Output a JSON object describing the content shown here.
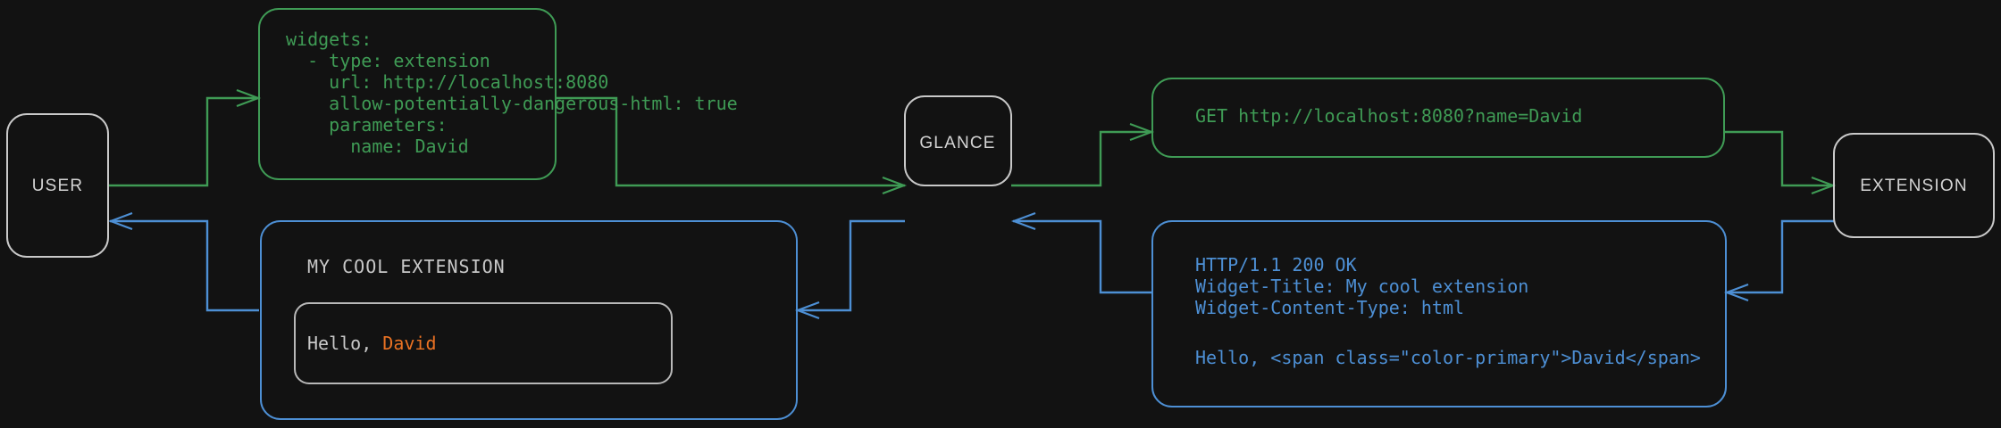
{
  "diagram": {
    "background_color": "#121212",
    "colors": {
      "node_border": "#c9c9c9",
      "request_green": "#3f9b55",
      "response_blue": "#4d8fd4",
      "accent_orange": "#ea7223",
      "text_gray": "#c8c8c8"
    }
  },
  "nodes": {
    "user": {
      "label": "USER"
    },
    "glance": {
      "label": "GLANCE"
    },
    "extension": {
      "label": "EXTENSION"
    }
  },
  "config_box": {
    "lines": [
      "widgets:",
      "  - type: extension",
      "    url: http://localhost:8080",
      "    allow-potentially-dangerous-html: true",
      "    parameters:",
      "      name: David"
    ]
  },
  "request_box": {
    "lines": [
      "GET http://localhost:8080?name=David"
    ]
  },
  "response_box": {
    "lines": [
      "HTTP/1.1 200 OK",
      "Widget-Title: My cool extension",
      "Widget-Content-Type: html",
      "",
      "Hello, <span class=\"color-primary\">David</span>"
    ]
  },
  "widget_card": {
    "title": "MY COOL EXTENSION",
    "body_prefix": "Hello, ",
    "body_accent": "David"
  }
}
